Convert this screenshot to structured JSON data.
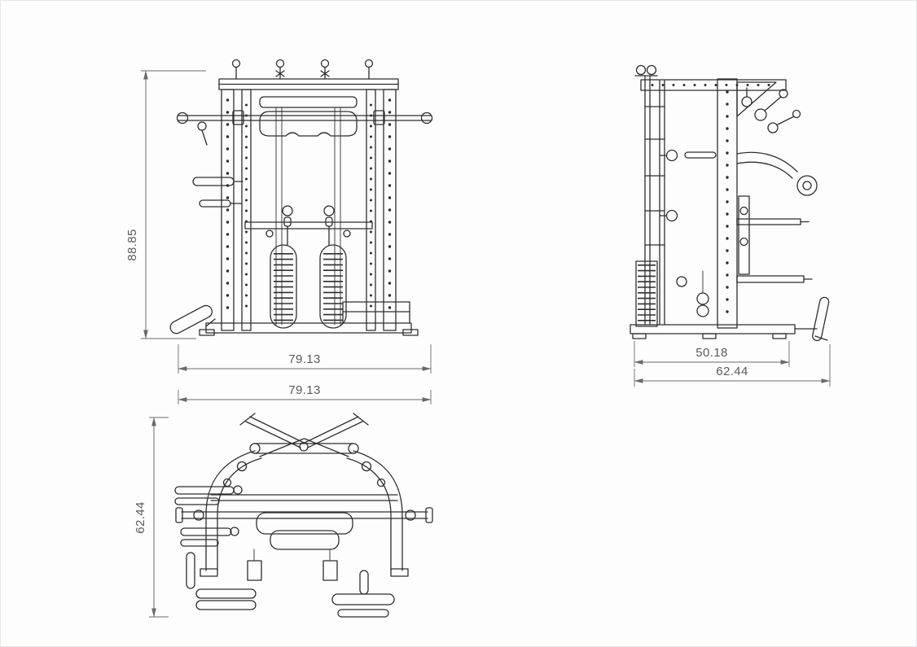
{
  "drawing": {
    "line_color": "#2e2e2e",
    "dim_color": "#5a5a5a"
  },
  "dimensions": {
    "front_height": "88.85",
    "front_width": "79.13",
    "top_width": "79.13",
    "top_depth": "62.44",
    "side_inner_depth": "50.18",
    "side_overall_depth": "62.44"
  }
}
